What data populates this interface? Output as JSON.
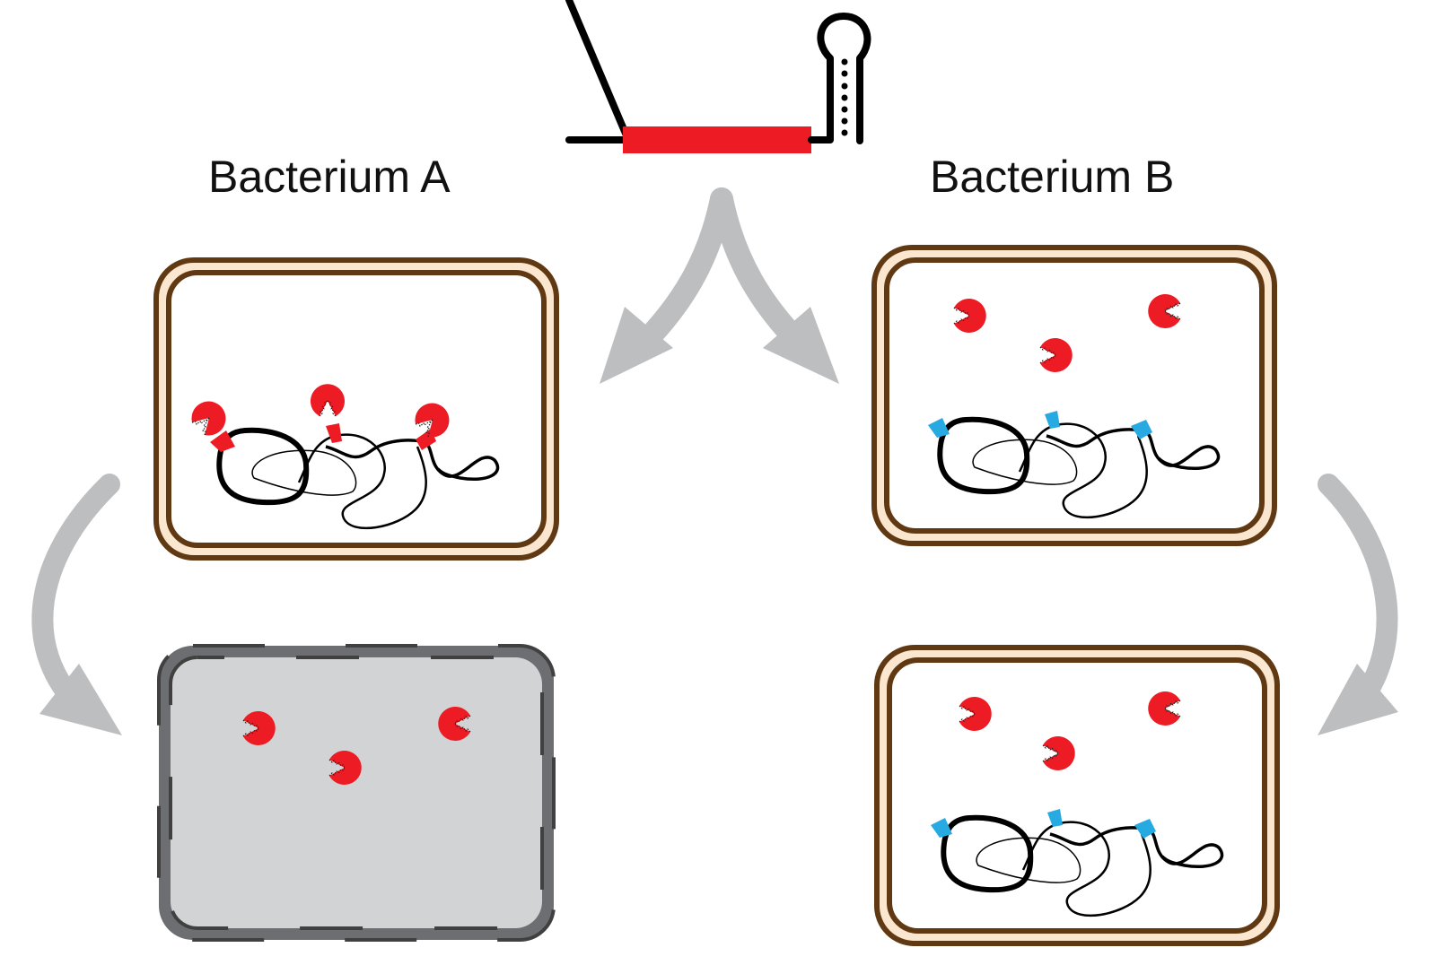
{
  "labels": {
    "bacterium_a": "Bacterium A",
    "bacterium_b": "Bacterium B"
  },
  "colors": {
    "nuclease": "#ed1c24",
    "guide_rna_segment": "#ed1c24",
    "target_cut_site": "#ed1c24",
    "protected_site": "#27aae1",
    "membrane_outer": "#603913",
    "membrane_fill": "#fbe6d0",
    "dead_cell_border": "#6d6e71",
    "dead_cell_dash": "#404041",
    "dead_cell_fill": "#d1d3d4",
    "arrow": "#bcbec0",
    "dna": "#000000"
  },
  "cells": [
    {
      "id": "a-top",
      "state": "alive",
      "nucleases_bound_to_dna": 3,
      "nucleases_free": 0,
      "site_type": "target"
    },
    {
      "id": "a-bottom",
      "state": "dead",
      "nucleases_bound_to_dna": 0,
      "nucleases_free": 3,
      "site_type": "none"
    },
    {
      "id": "b-top",
      "state": "alive",
      "nucleases_bound_to_dna": 0,
      "nucleases_free": 3,
      "site_type": "protected"
    },
    {
      "id": "b-bottom",
      "state": "alive",
      "nucleases_bound_to_dna": 0,
      "nucleases_free": 3,
      "site_type": "protected"
    }
  ]
}
